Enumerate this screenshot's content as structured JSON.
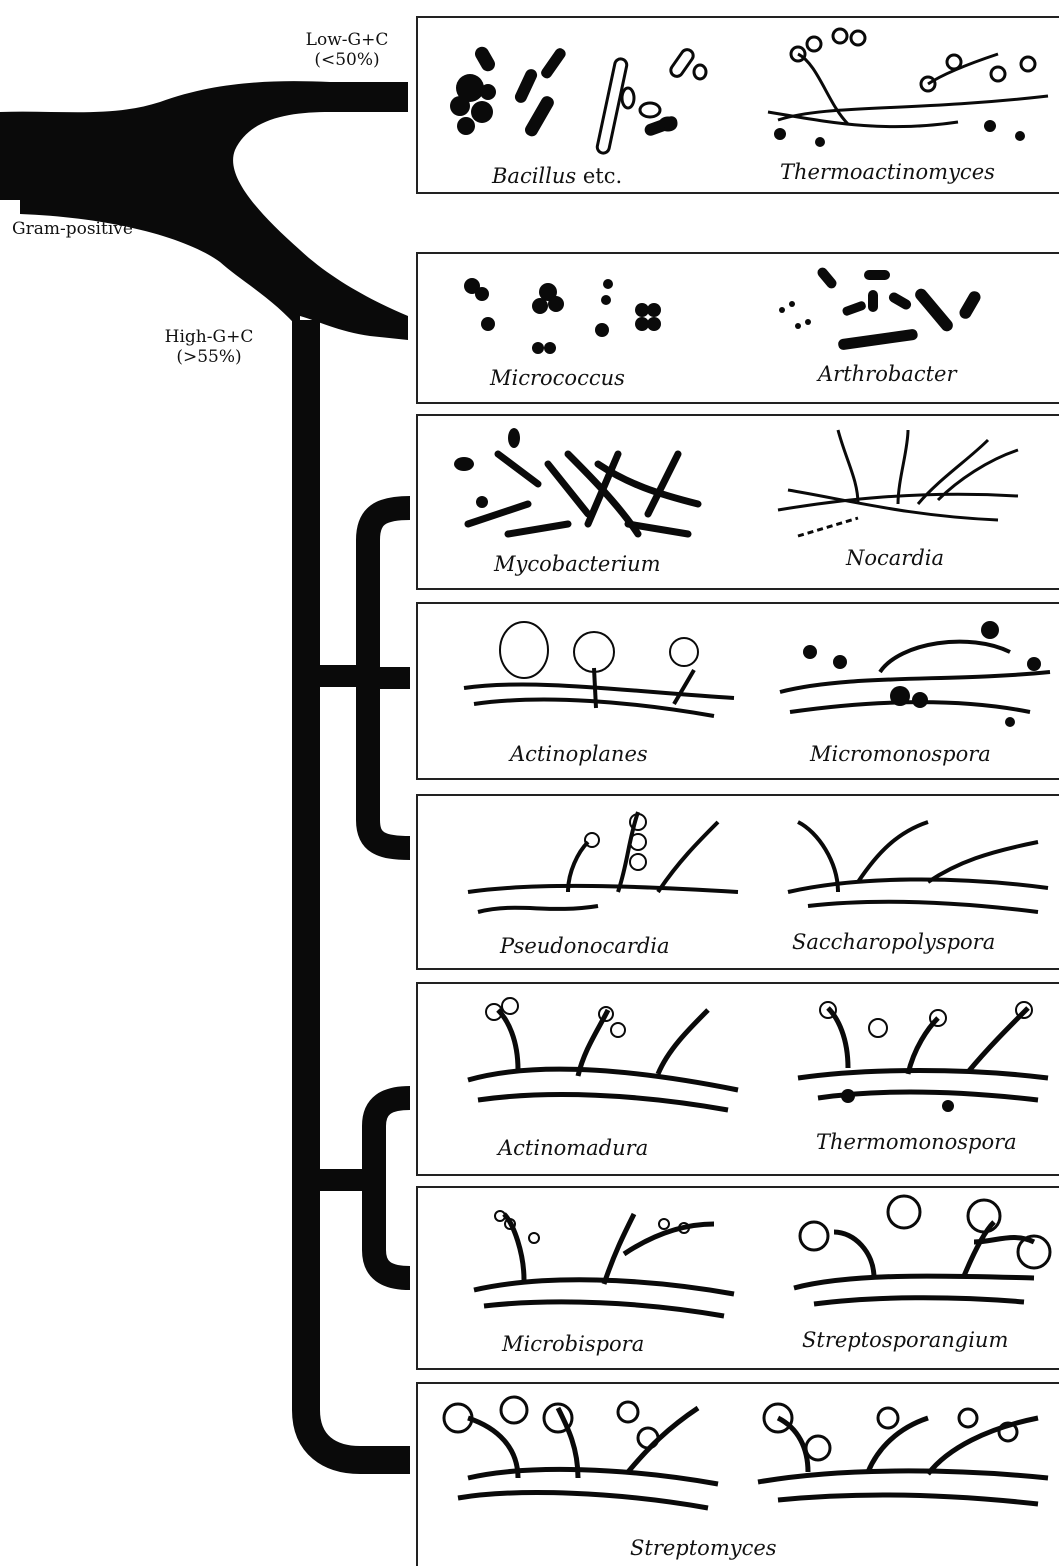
{
  "labels": {
    "low_gc_line1": "Low-G+C",
    "low_gc_line2": "(<50%)",
    "gram_positive": "Gram-positive",
    "high_gc_line1": "High-G+C",
    "high_gc_line2": "(>55%)"
  },
  "panels": [
    {
      "id": "bacillus",
      "caption_left": "Bacillus",
      "caption_left_suffix": " etc.",
      "caption_right": "Thermoactinomyces"
    },
    {
      "id": "micrococcus",
      "caption_left": "Micrococcus",
      "caption_right": "Arthrobacter"
    },
    {
      "id": "mycobacterium",
      "caption_left": "Mycobacterium",
      "caption_right": "Nocardia"
    },
    {
      "id": "actinoplanes",
      "caption_left": "Actinoplanes",
      "caption_right": "Micromonospora"
    },
    {
      "id": "pseudonocardia",
      "caption_left": "Pseudonocardia",
      "caption_right": "Saccharopolyspora"
    },
    {
      "id": "actinomadura",
      "caption_left": "Actinomadura",
      "caption_right": "Thermomonospora"
    },
    {
      "id": "microbispora",
      "caption_left": "Microbispora",
      "caption_right": "Streptosporangium"
    },
    {
      "id": "streptomyces",
      "caption_center": "Streptomyces"
    }
  ],
  "colors": {
    "ink": "#0a0a0a",
    "paper": "#ffffff"
  }
}
